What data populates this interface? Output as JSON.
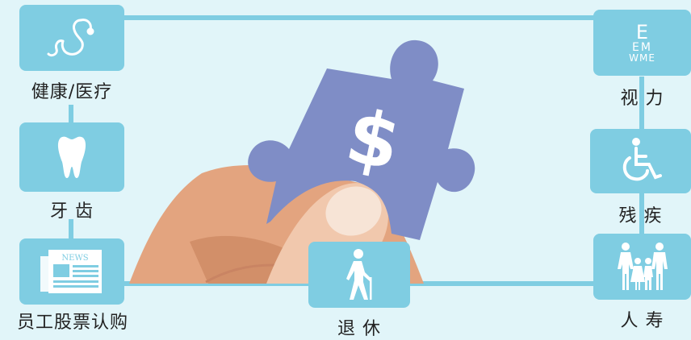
{
  "colors": {
    "background": "#e1f5f9",
    "connector": "#7fcde2",
    "tile": "#7fcde2",
    "puzzle": "#7f8dc6",
    "hand": "#e3a47f",
    "text": "#222222"
  },
  "benefits": {
    "health": {
      "label": "健康/医疗",
      "icon": "stethoscope-icon"
    },
    "dental": {
      "label": "牙 齿",
      "icon": "tooth-icon"
    },
    "stock": {
      "label": "员工股票认购",
      "icon": "newspaper-icon",
      "icon_text": "NEWS"
    },
    "retirement": {
      "label": "退 休",
      "icon": "elderly-person-icon"
    },
    "vision": {
      "label": "视 力",
      "icon": "eye-chart-icon",
      "chart_rows": [
        "E",
        "EM",
        "WME"
      ]
    },
    "disability": {
      "label": "残 疾",
      "icon": "wheelchair-icon"
    },
    "life": {
      "label": "人 寿",
      "icon": "family-icon"
    }
  },
  "center": {
    "symbol": "$",
    "icon": "dollar-puzzle-icon"
  }
}
